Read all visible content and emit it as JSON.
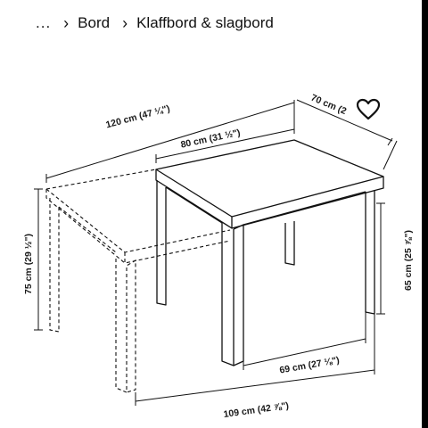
{
  "breadcrumb": {
    "ellipsis": "...",
    "items": [
      "Bord",
      "Klaffbord & slagbord"
    ],
    "separator": "›"
  },
  "product_image": {
    "dimensions": {
      "extended_length": "120 cm (47 ¼\")",
      "length": "80 cm (31 ½\")",
      "depth": "70 cm (2",
      "height": "75 cm (29 ½\")",
      "under_leaf_height": "65 cm (25 ⅞\")",
      "leg_span": "69 cm (27 ⅛\")",
      "diagonal": "109 cm (42 ⅞\")"
    }
  },
  "favorite": {
    "icon": "heart-icon"
  }
}
